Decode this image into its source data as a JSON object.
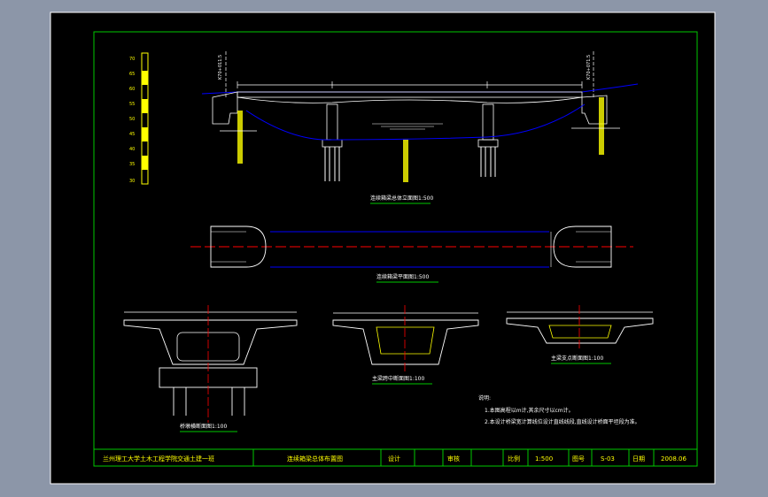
{
  "drawing": {
    "colors": {
      "background": "#8c96a8",
      "sheet": "#000000",
      "frame": "#ffffff",
      "inner_frame": "#00c800",
      "structure": "#ffffff",
      "annotation": "#ffff00",
      "water_profile": "#0000ff",
      "centerline": "#ff0000",
      "title_text": "#ffff00"
    },
    "labels": {
      "elevation_view": "连续箱梁总体立面图1:500",
      "plan_view": "连续箱梁平面图1:500",
      "pier_section": "桥墩横断面图1:100",
      "mid_section": "主梁跨中断面图1:100",
      "support_section": "主梁支点断面图1:100",
      "left_station": "K70+011.5",
      "right_station": "K70+071.5",
      "notes_title": "说明:",
      "note_1": "1.本图高程以m计,其余尺寸以cm计。",
      "note_2": "2.本设计桥梁宽计算线位设计直线线段,直线设计桥面平坦段为准。"
    },
    "scale_bar": [
      "70",
      "65",
      "60",
      "55",
      "50",
      "45",
      "40",
      "35",
      "30"
    ],
    "title_block": {
      "school": "兰州理工大学土木工程学院交通土建一班",
      "drawing_title": "连续箱梁总体布置图",
      "design_label": "设计",
      "check_label": "审核",
      "scale_label": "比例",
      "scale_value": "1:500",
      "drawing_no_label": "图号",
      "drawing_no_value": "S-03",
      "date_label": "日期",
      "date_value": "2008.06"
    }
  }
}
